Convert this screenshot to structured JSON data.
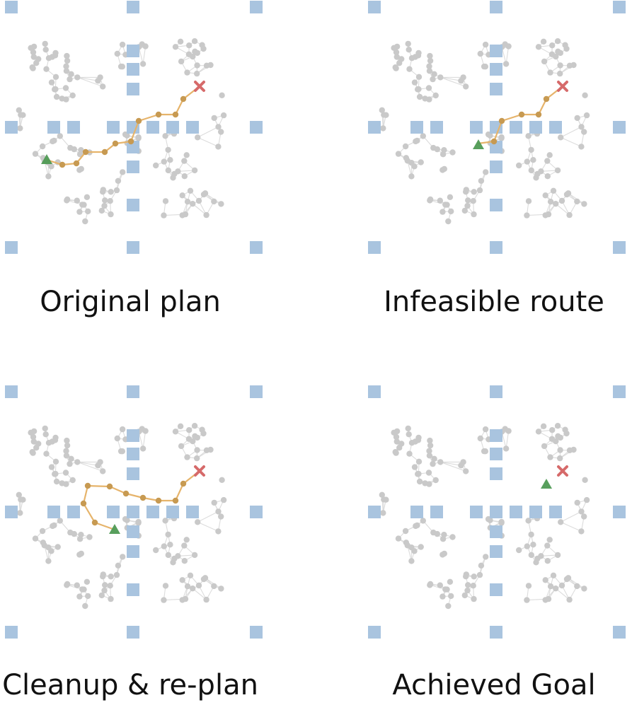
{
  "figure": {
    "panels": [
      {
        "id": "original-plan",
        "caption": "Original plan",
        "path_style": "original",
        "path_stage": 0
      },
      {
        "id": "infeasible-route",
        "caption": "Infeasible route",
        "path_style": "short",
        "path_stage": 1
      },
      {
        "id": "cleanup-replan",
        "caption": "Cleanup & re-plan",
        "path_style": "replan",
        "path_stage": 2
      },
      {
        "id": "achieved-goal",
        "caption": "Achieved Goal",
        "path_style": "none",
        "path_stage": 3
      }
    ],
    "legend_semantics": {
      "start_marker": "green-triangle-icon",
      "goal_marker": "red-x-icon",
      "obstacle_marker": "blue-square-icon",
      "graph_node": "gray-node-icon"
    },
    "colors": {
      "obstacle": "#a9c4df",
      "node": "#c9c9c9",
      "edge": "#dcdcdc",
      "path": "#e6b46b",
      "path_node": "#c79a52",
      "start": "#4f9a54",
      "goal": "#d66a6a",
      "text": "#111111"
    }
  }
}
